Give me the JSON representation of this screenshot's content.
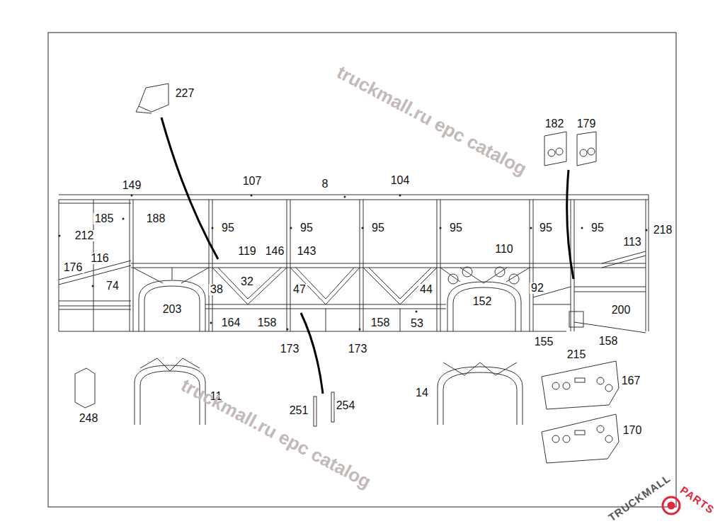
{
  "diagram": {
    "labels": [
      "227",
      "182",
      "179",
      "149",
      "107",
      "8",
      "104",
      "185",
      "188",
      "212",
      "95",
      "95",
      "95",
      "95",
      "95",
      "95",
      "218",
      "119",
      "146",
      "143",
      "110",
      "113",
      "116",
      "176",
      "74",
      "32",
      "38",
      "47",
      "44",
      "92",
      "203",
      "152",
      "200",
      "164",
      "158",
      "158",
      "53",
      "155",
      "215",
      "158",
      "173",
      "173",
      "11",
      "14",
      "248",
      "251",
      "254",
      "167",
      "170",
      "truckmall.ru epc catalog",
      "truckmall.ru epc catalog",
      "TRUCKMALL",
      "PARTS"
    ]
  }
}
